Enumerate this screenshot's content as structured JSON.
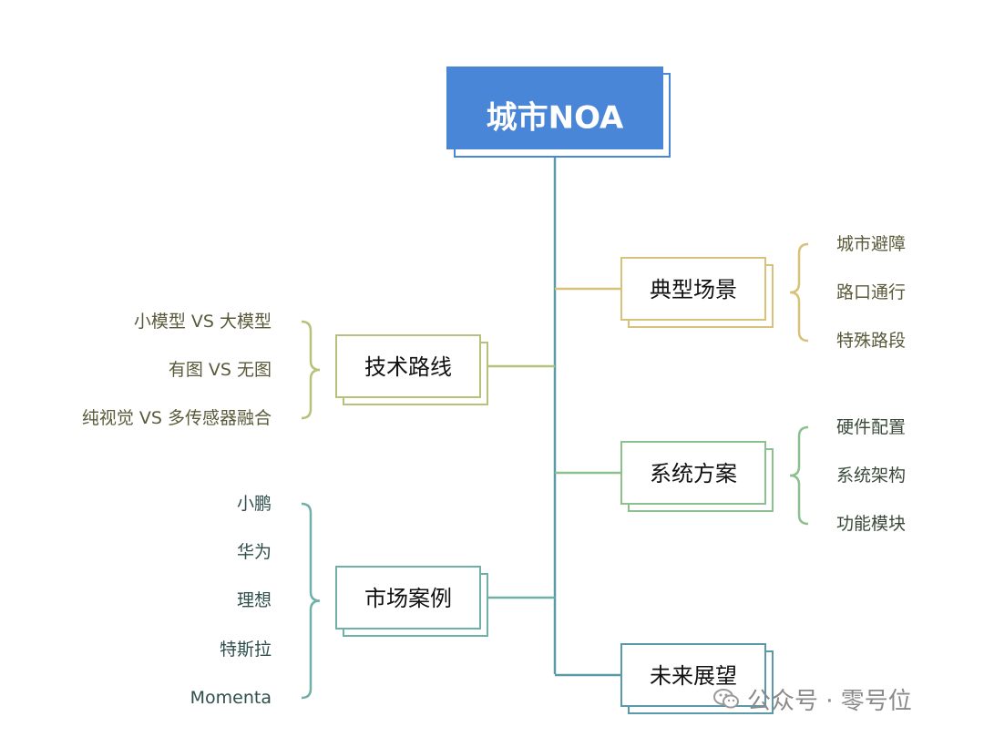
{
  "root": {
    "label": "城市NOA",
    "color": "#4A86D8"
  },
  "branches": [
    {
      "id": "typical",
      "label": "典型场景",
      "side": "right",
      "color": "#D8C27A",
      "leaf_color": "#5a5a3a",
      "leaves": [
        "城市避障",
        "路口通行",
        "特殊路段"
      ]
    },
    {
      "id": "tech",
      "label": "技术路线",
      "side": "left",
      "color": "#B5C27A",
      "leaf_color": "#5a5a3a",
      "leaves": [
        "小模型 VS 大模型",
        "有图 VS 无图",
        "纯视觉 VS 多传感器融合"
      ]
    },
    {
      "id": "system",
      "label": "系统方案",
      "side": "right",
      "color": "#8CC08E",
      "leaf_color": "#3a4a3a",
      "leaves": [
        "硬件配置",
        "系统架构",
        "功能模块"
      ]
    },
    {
      "id": "market",
      "label": "市场案例",
      "side": "left",
      "color": "#6FB0A8",
      "leaf_color": "#2f4f4c",
      "leaves": [
        "小鹏",
        "华为",
        "理想",
        "特斯拉",
        "Momenta"
      ]
    },
    {
      "id": "future",
      "label": "未来展望",
      "side": "right",
      "color": "#5A9AA8",
      "leaf_color": "#2f4f4c",
      "leaves": []
    }
  ],
  "trunk_color": "#5A9AA8",
  "watermark": {
    "text": "公众号 · 零号位",
    "icon": "wechat-icon"
  }
}
